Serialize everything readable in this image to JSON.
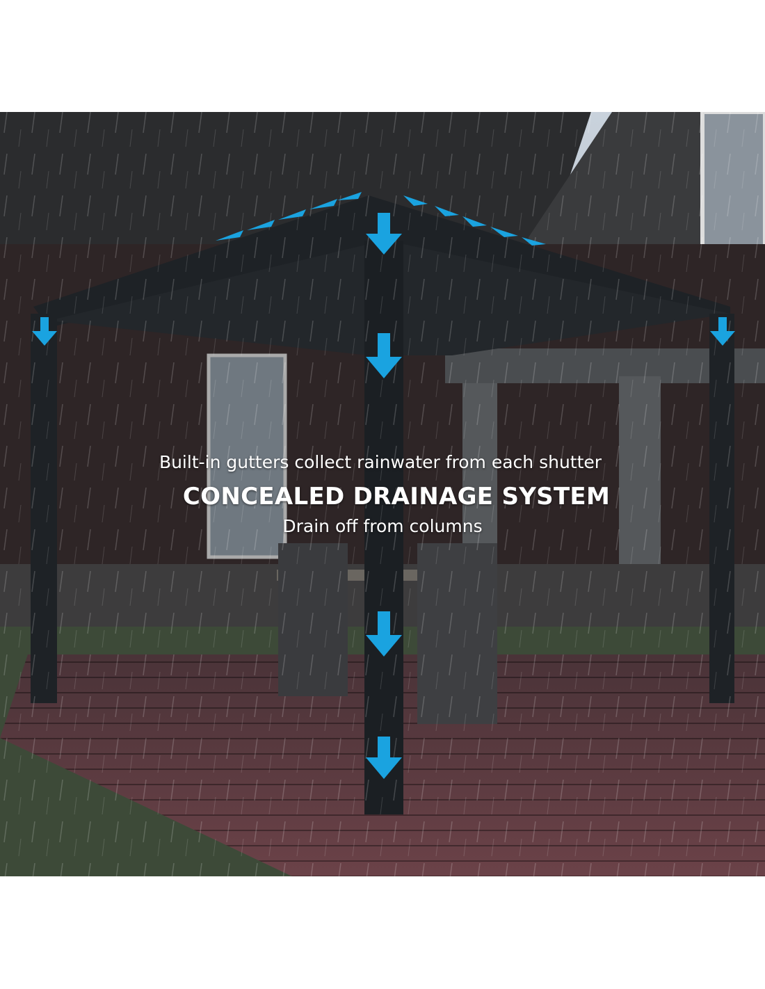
{
  "caption": {
    "subtitle": "Built-in gutters collect rainwater from each shutter",
    "title": "CONCEALED DRAINAGE SYSTEM",
    "note": "Drain off from columns"
  },
  "colors": {
    "arrow": "#1aa3e0",
    "frame": "#1e2226",
    "deck": "#5a3a40",
    "background": "#ffffff"
  }
}
